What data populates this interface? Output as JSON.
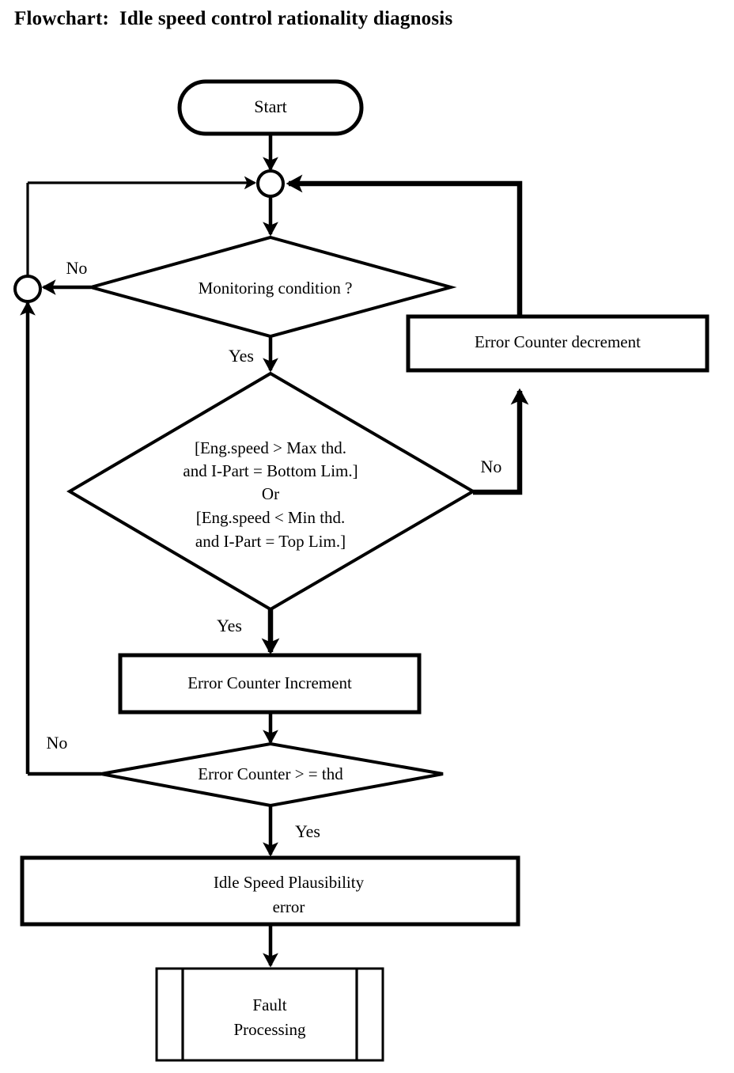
{
  "document": {
    "title": "Flowchart:  Idle speed control rationality diagnosis"
  },
  "nodes": {
    "start": {
      "label": "Start",
      "shape": "stadium"
    },
    "junction_main": {
      "label": "",
      "shape": "connector-circle"
    },
    "junction_left": {
      "label": "",
      "shape": "connector-circle"
    },
    "monitoring": {
      "label": "Monitoring condition ?",
      "shape": "decision"
    },
    "condition": {
      "shape": "decision",
      "lines": [
        "[Eng.speed > Max thd.",
        "and I-Part = Bottom Lim.]",
        "Or",
        "[Eng.speed < Min thd.",
        "and I-Part = Top Lim.]"
      ]
    },
    "decrement": {
      "label": "Error Counter decrement",
      "shape": "process"
    },
    "increment": {
      "label": "Error Counter Increment",
      "shape": "process"
    },
    "counter_check": {
      "label": "Error Counter > = thd",
      "shape": "decision"
    },
    "plausibility": {
      "shape": "process",
      "lines": [
        "Idle Speed Plausibility",
        "error"
      ]
    },
    "fault": {
      "shape": "predefined-process",
      "lines": [
        "Fault",
        "Processing"
      ]
    }
  },
  "edge_labels": {
    "monitoring_no": "No",
    "monitoring_yes": "Yes",
    "condition_no": "No",
    "condition_yes": "Yes",
    "counter_no": "No",
    "counter_yes": "Yes"
  },
  "colors": {
    "stroke": "#000000",
    "fill": "#ffffff",
    "text": "#000000"
  }
}
